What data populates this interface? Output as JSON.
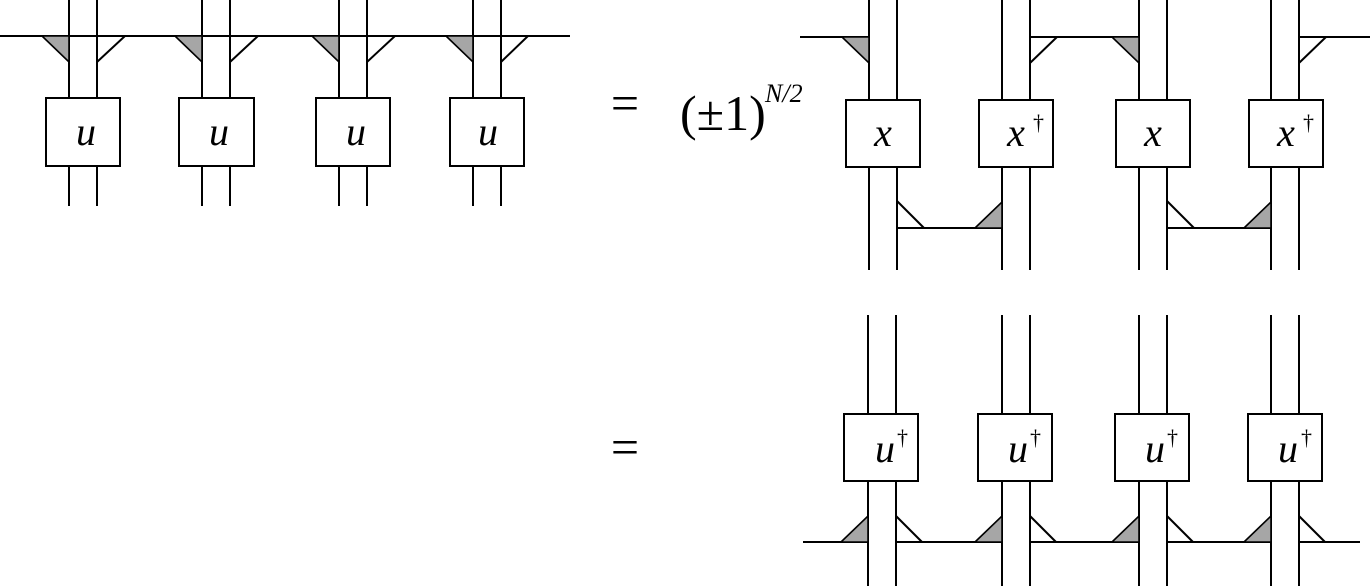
{
  "top_left": {
    "gates": [
      "u",
      "u",
      "u",
      "u"
    ]
  },
  "top_right": {
    "equals": "=",
    "prefactor": "(±1)",
    "exponent": "N/2",
    "gates": [
      {
        "base": "x",
        "dagger": ""
      },
      {
        "base": "x",
        "dagger": "†"
      },
      {
        "base": "x",
        "dagger": ""
      },
      {
        "base": "x",
        "dagger": "†"
      }
    ]
  },
  "bottom": {
    "equals": "=",
    "gates": [
      {
        "base": "u",
        "dagger": "†"
      },
      {
        "base": "u",
        "dagger": "†"
      },
      {
        "base": "u",
        "dagger": "†"
      },
      {
        "base": "u",
        "dagger": "†"
      }
    ]
  }
}
